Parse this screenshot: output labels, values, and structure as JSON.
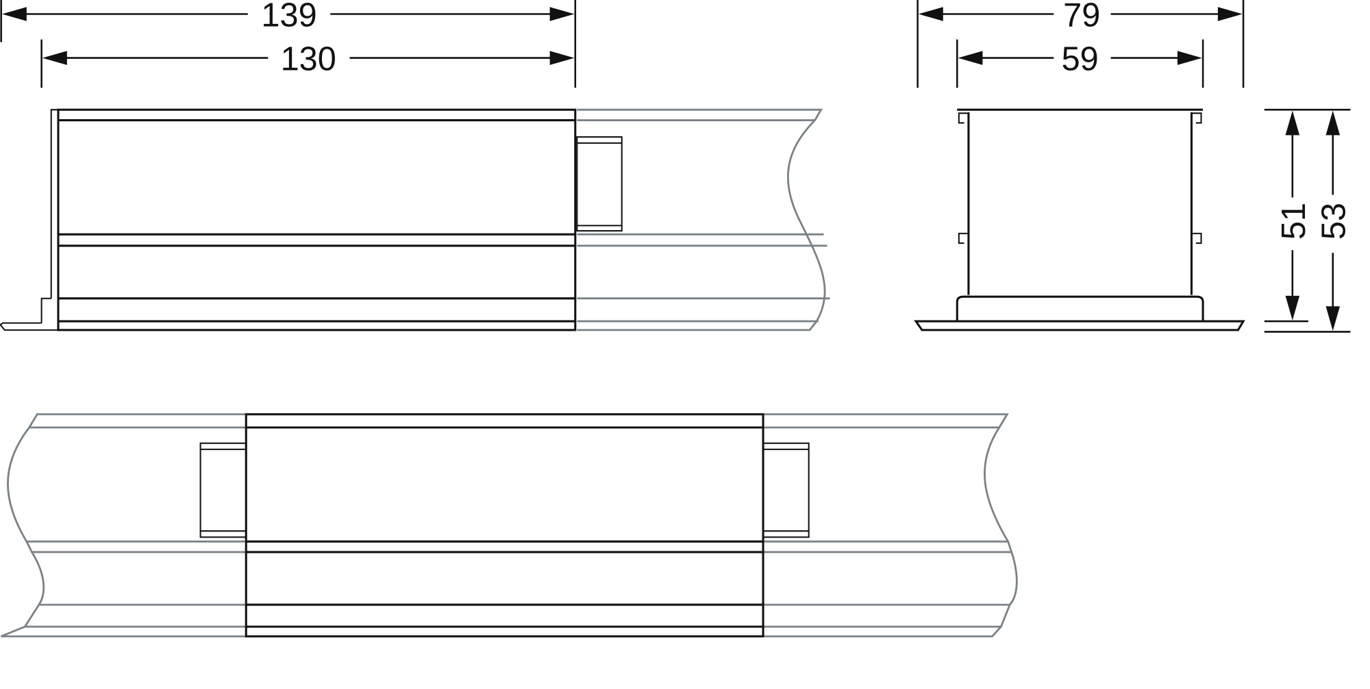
{
  "dimensions": {
    "overall_length": "139",
    "body_length": "130",
    "overall_width": "79",
    "body_width": "59",
    "body_height": "51",
    "overall_height": "53"
  },
  "colors": {
    "outline": "#111111",
    "adjacent_profile": "#7a8287"
  }
}
